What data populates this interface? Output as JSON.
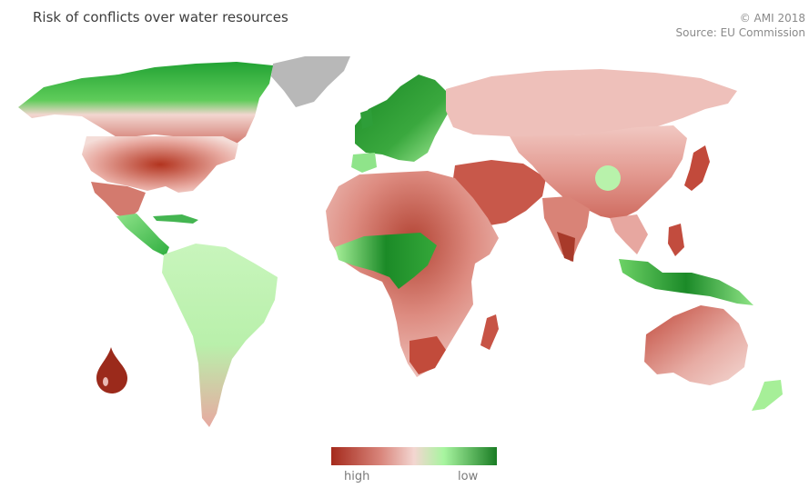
{
  "header": {
    "title": "Risk of conflicts over water resources",
    "copyright": "© AMI 2018",
    "source": "Source: EU Commission"
  },
  "legend": {
    "high_label": "high",
    "low_label": "low",
    "colors": {
      "high": "#a52a1c",
      "mid": "#f3d6d1",
      "low": "#1a7d24"
    }
  },
  "map": {
    "colors": {
      "no_data": "#b8b8b8",
      "background": "#ffffff"
    },
    "icon": "water-drop-icon"
  }
}
